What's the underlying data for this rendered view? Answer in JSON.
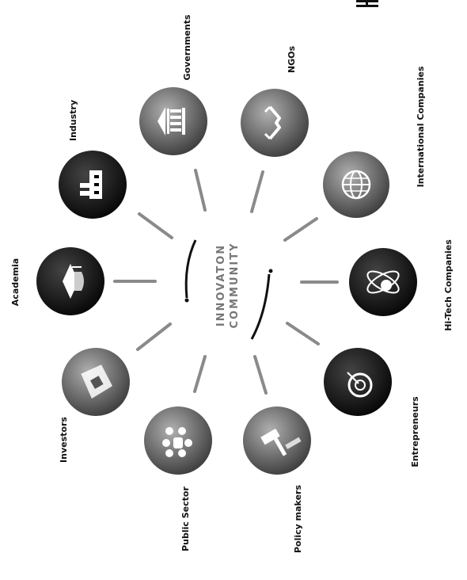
{
  "center": {
    "line1": "INNOVATON",
    "line2": "COMMUNITY"
  },
  "stakeholders": [
    {
      "key": "governments",
      "label": "Governments",
      "icon": "government-building-icon",
      "tone": "#5a5a5a"
    },
    {
      "key": "ngos",
      "label": "NGOs",
      "icon": "handshake-icon",
      "tone": "#4a4a4a"
    },
    {
      "key": "international",
      "label": "International Companies",
      "icon": "globe-icon",
      "tone": "#3c3c3c"
    },
    {
      "key": "hitech",
      "label": "Hi-Tech Companies",
      "icon": "atom-icon",
      "tone": "#1a1a1a"
    },
    {
      "key": "entrepreneurs",
      "label": "Entrepreneurs",
      "icon": "target-icon",
      "tone": "#111111"
    },
    {
      "key": "policy",
      "label": "Policy makers",
      "icon": "gavel-icon",
      "tone": "#555555"
    },
    {
      "key": "public",
      "label": "Public Sector",
      "icon": "people-icon",
      "tone": "#555555"
    },
    {
      "key": "investors",
      "label": "Investors",
      "icon": "money-bag-icon",
      "tone": "#6a6a6a"
    },
    {
      "key": "academia",
      "label": "Academia",
      "icon": "graduation-cap-icon",
      "tone": "#111111"
    },
    {
      "key": "industry",
      "label": "Industry",
      "icon": "factory-icon",
      "tone": "#0d0d0d"
    }
  ]
}
